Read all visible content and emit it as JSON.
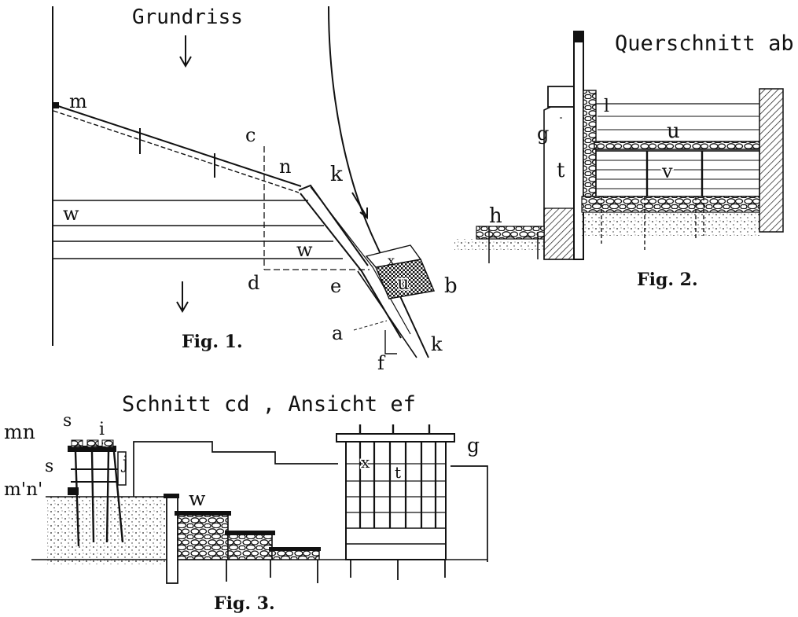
{
  "fig1": {
    "title": "Grundriss",
    "caption": "Fig. 1.",
    "labels": {
      "m": "m",
      "n": "n",
      "c": "c",
      "d": "d",
      "e": "e",
      "a": "a",
      "f": "f",
      "k_top": "k",
      "k_bottom": "k",
      "b": "b",
      "u": "u",
      "w_left": "w",
      "w_mid": "w",
      "x": "x"
    }
  },
  "fig2": {
    "title": "Querschnitt ab",
    "caption": "Fig. 2.",
    "labels": {
      "g": "g",
      "t": "t",
      "u": "u",
      "v": "v",
      "h": "h",
      "l": "l"
    }
  },
  "fig3": {
    "title": "Schnitt cd , Ansicht ef",
    "caption": "Fig. 3.",
    "labels": {
      "mn": "mn",
      "s_top": "s",
      "s_side": "s",
      "i": "i",
      "j": "j",
      "mn_prime": "m'n'",
      "w": "w",
      "x": "x",
      "t": "t",
      "g": "g"
    }
  }
}
